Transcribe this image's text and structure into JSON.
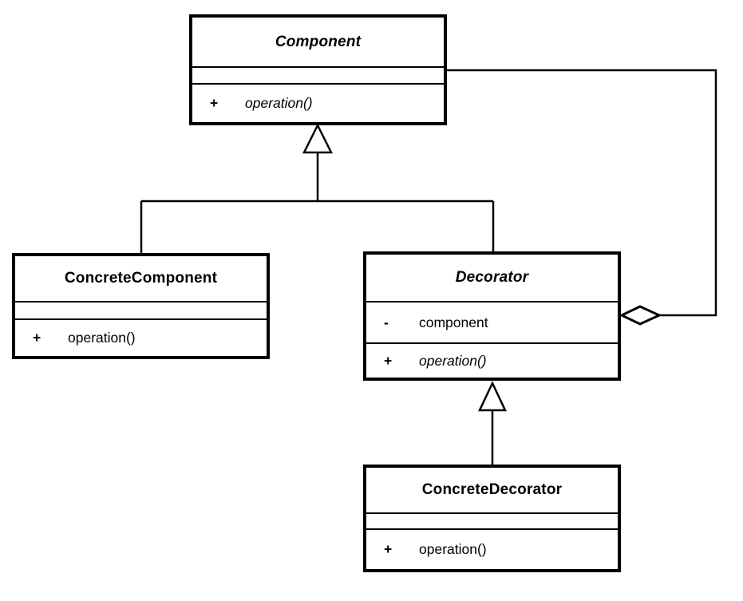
{
  "diagram": {
    "kind": "uml-class-diagram",
    "pattern": "Decorator",
    "colors": {
      "line": "#000000",
      "fill": "#ffffff"
    }
  },
  "classes": {
    "component": {
      "name": "Component",
      "abstract": true,
      "attributes": [],
      "operations": [
        {
          "visibility": "+",
          "name": "operation()",
          "abstract": true
        }
      ]
    },
    "concrete_component": {
      "name": "ConcreteComponent",
      "abstract": false,
      "attributes": [],
      "operations": [
        {
          "visibility": "+",
          "name": "operation()",
          "abstract": false
        }
      ]
    },
    "decorator": {
      "name": "Decorator",
      "abstract": true,
      "attributes": [
        {
          "visibility": "-",
          "name": "component"
        }
      ],
      "operations": [
        {
          "visibility": "+",
          "name": "operation()",
          "abstract": true
        }
      ]
    },
    "concrete_decorator": {
      "name": "ConcreteDecorator",
      "abstract": false,
      "attributes": [],
      "operations": [
        {
          "visibility": "+",
          "name": "operation()",
          "abstract": false
        }
      ]
    }
  },
  "relationships": [
    {
      "type": "generalization",
      "from": "ConcreteComponent",
      "to": "Component"
    },
    {
      "type": "generalization",
      "from": "Decorator",
      "to": "Component"
    },
    {
      "type": "generalization",
      "from": "ConcreteDecorator",
      "to": "Decorator"
    },
    {
      "type": "aggregation",
      "from": "Decorator",
      "to": "Component"
    }
  ]
}
